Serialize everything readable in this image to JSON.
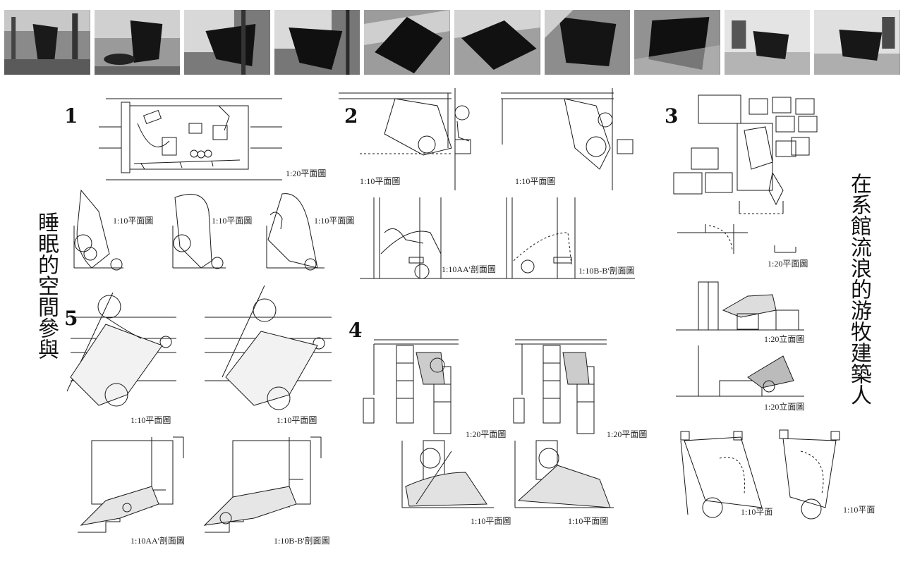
{
  "photos": [
    {
      "name": "photo-hammock-corridor"
    },
    {
      "name": "photo-hammock-table"
    },
    {
      "name": "photo-hammock-window"
    },
    {
      "name": "photo-hammock-window-2"
    },
    {
      "name": "photo-fabric-topview-1"
    },
    {
      "name": "photo-fabric-topview-2"
    },
    {
      "name": "photo-fabric-topview-3"
    },
    {
      "name": "photo-fabric-topview-4"
    },
    {
      "name": "photo-studio-desk-1"
    },
    {
      "name": "photo-studio-desk-2"
    }
  ],
  "sections": {
    "s1": {
      "num": "1",
      "plan_main": "1:20平面圖",
      "plan_a": "1:10平面圖",
      "plan_b": "1:10平面圖",
      "plan_c": "1:10平面圖"
    },
    "s2": {
      "num": "2",
      "plan_a": "1:10平面圖",
      "plan_b": "1:10平面圖",
      "sec_a": "1:10AA'剖面圖",
      "sec_b": "1:10B-B'剖面圖"
    },
    "s3": {
      "num": "3",
      "plan": "1:20平面圖",
      "elev_a": "1:20立面圖",
      "elev_b": "1:20立面圖",
      "plan_a": "1:10平面",
      "plan_b": "1:10平面"
    },
    "s4": {
      "num": "4",
      "plan_a": "1:20平面圖",
      "plan_b": "1:20平面圖",
      "plan_c": "1:10平面圖",
      "plan_d": "1:10平面圖"
    },
    "s5": {
      "num": "5",
      "plan_a": "1:10平面圖",
      "plan_b": "1:10平面圖",
      "sec_a": "1:10AA'剖面圖",
      "sec_b": "1:10B-B'剖面圖"
    }
  },
  "titles": {
    "left": "睡眠的空間參與",
    "right": "在系館流浪的游牧建築人"
  }
}
